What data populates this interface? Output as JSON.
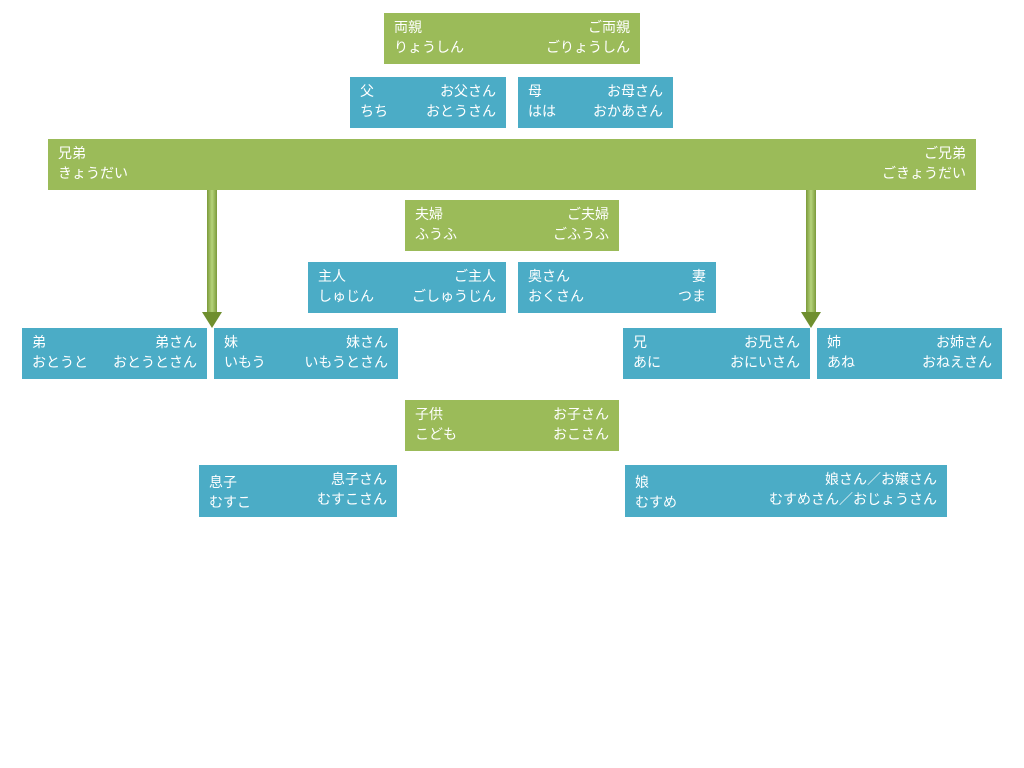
{
  "nodes": {
    "parents": {
      "left": [
        "両親",
        "りょうしん"
      ],
      "right": [
        "ご両親",
        "ごりょうしん"
      ]
    },
    "father": {
      "left": [
        "父",
        "ちち"
      ],
      "right": [
        "お父さん",
        "おとうさん"
      ]
    },
    "mother": {
      "left": [
        "母",
        "はは"
      ],
      "right": [
        "お母さん",
        "おかあさん"
      ]
    },
    "siblings": {
      "left": [
        "兄弟",
        "きょうだい"
      ],
      "right": [
        "ご兄弟",
        "ごきょうだい"
      ]
    },
    "couple": {
      "left": [
        "夫婦",
        "ふうふ"
      ],
      "right": [
        "ご夫婦",
        "ごふうふ"
      ]
    },
    "husband": {
      "left": [
        "主人",
        "しゅじん"
      ],
      "right": [
        "ご主人",
        "ごしゅうじん"
      ]
    },
    "wife": {
      "left": [
        "奥さん",
        "おくさん"
      ],
      "right": [
        "妻",
        "つま"
      ]
    },
    "younger_brother": {
      "left": [
        "弟",
        "おとうと"
      ],
      "right": [
        "弟さん",
        "おとうとさん"
      ]
    },
    "younger_sister": {
      "left": [
        "妹",
        "いもう"
      ],
      "right": [
        "妹さん",
        "いもうとさん"
      ]
    },
    "older_brother": {
      "left": [
        "兄",
        "あに"
      ],
      "right": [
        "お兄さん",
        "おにいさん"
      ]
    },
    "older_sister": {
      "left": [
        "姉",
        "あね"
      ],
      "right": [
        "お姉さん",
        "おねえさん"
      ]
    },
    "children": {
      "left": [
        "子供",
        "こども"
      ],
      "right": [
        "お子さん",
        "おこさん"
      ]
    },
    "son": {
      "left": [
        "息子",
        "むすこ"
      ],
      "right": [
        "息子さん",
        "むすこさん"
      ]
    },
    "daughter": {
      "left": [
        "娘",
        "むすめ"
      ],
      "right": [
        "娘さん／お嬢さん",
        "むすめさん／おじょうさん"
      ]
    }
  },
  "colors": {
    "green": "#9bbb59",
    "blue": "#4bacc6",
    "arrow": "#7a9a3a"
  }
}
